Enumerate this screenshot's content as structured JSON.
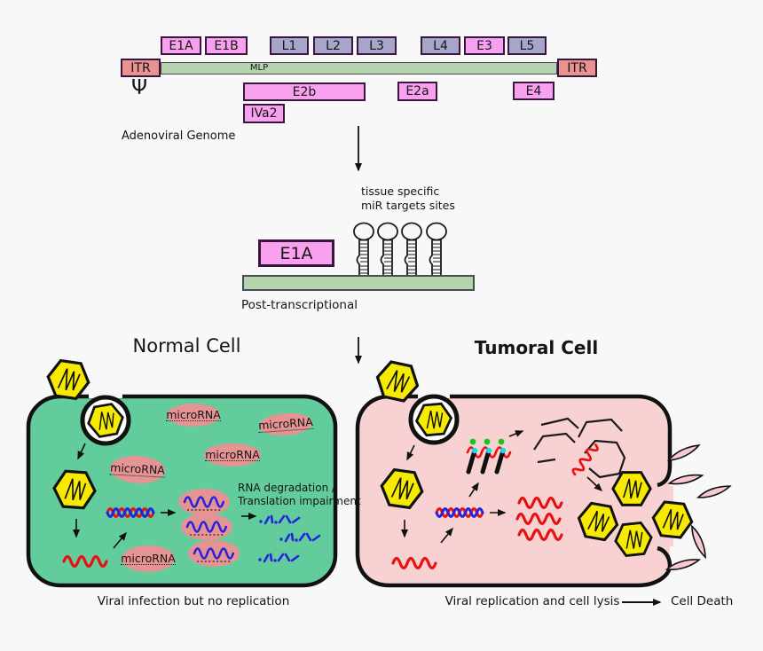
{
  "genome": {
    "section_label": "Adenoviral Genome",
    "psi_symbol": "Ψ",
    "itr_left": "ITR",
    "itr_right": "ITR",
    "mlp_label": "MLP",
    "top_boxes": [
      {
        "label": "E1A",
        "type": "early"
      },
      {
        "label": "E1B",
        "type": "early"
      },
      {
        "label": "L1",
        "type": "late"
      },
      {
        "label": "L2",
        "type": "late"
      },
      {
        "label": "L3",
        "type": "late"
      },
      {
        "label": "L4",
        "type": "late"
      },
      {
        "label": "E3",
        "type": "early"
      },
      {
        "label": "L5",
        "type": "late"
      }
    ],
    "bottom_boxes": [
      {
        "label": "E2b",
        "type": "early"
      },
      {
        "label": "E2a",
        "type": "early"
      },
      {
        "label": "E4",
        "type": "early"
      },
      {
        "label": "IVa2",
        "type": "early"
      }
    ]
  },
  "regulation": {
    "mir_note": [
      "tissue specific",
      "miR targets sites"
    ],
    "e1a_label": "E1A",
    "caption": "Post-transcriptional"
  },
  "normal_cell": {
    "title": "Normal Cell",
    "microrna_labels": [
      "microRNA",
      "microRNA",
      "microRNA",
      "microRNA",
      "microRNA"
    ],
    "rna_note": [
      "RNA degradation /",
      "Translation impairment"
    ],
    "caption": "Viral infection but no replication"
  },
  "tumoral_cell": {
    "title": "Tumoral Cell",
    "caption": "Viral replication and cell lysis",
    "outcome": "Cell Death"
  },
  "colors": {
    "early_gene_pink": "#f8a2ef",
    "late_gene_purple": "#a6a6ca",
    "itr_salmon": "#e89390",
    "genome_bar_green": "#b5d4ad",
    "box_border_purple": "#3a1540",
    "normal_cell_fill": "#63cc9c",
    "tumoral_cell_fill": "#f8d2d2",
    "virus_yellow": "#f6ea00",
    "microrna_oval": "#e59393",
    "rna_red": "#e81010",
    "rna_blue": "#2424dd"
  }
}
